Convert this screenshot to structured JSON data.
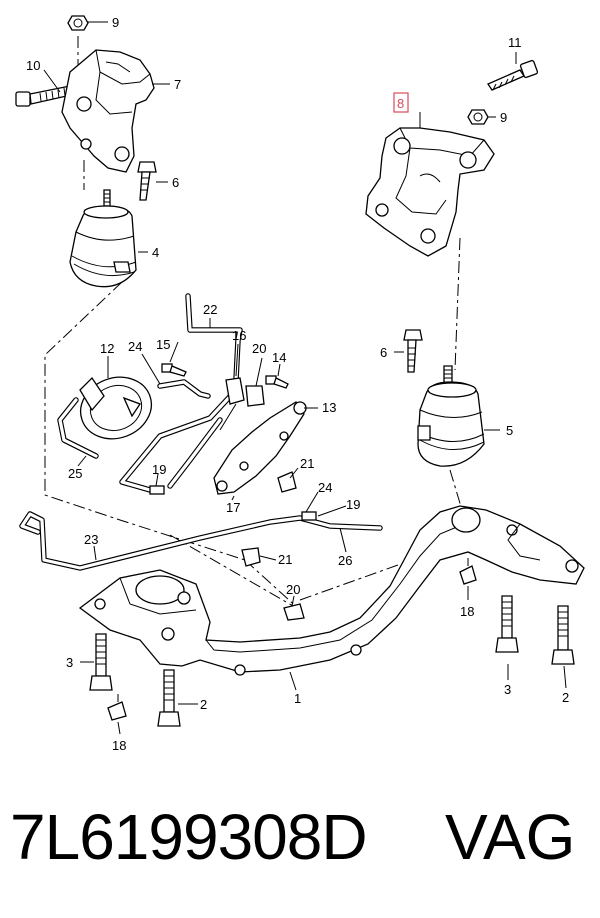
{
  "callouts": {
    "c1": "1",
    "c2a": "2",
    "c2b": "2",
    "c3a": "3",
    "c3b": "3",
    "c4": "4",
    "c5": "5",
    "c6a": "6",
    "c6b": "6",
    "c7": "7",
    "c8": "8",
    "c9a": "9",
    "c9b": "9",
    "c10": "10",
    "c11": "11",
    "c12": "12",
    "c13": "13",
    "c14": "14",
    "c15": "15",
    "c16": "16",
    "c17": "17",
    "c18a": "18",
    "c18b": "18",
    "c19a": "19",
    "c19b": "19",
    "c20a": "20",
    "c20b": "20",
    "c21a": "21",
    "c21b": "21",
    "c22": "22",
    "c23": "23",
    "c24a": "24",
    "c24b": "24",
    "c25": "25",
    "c26": "26"
  },
  "highlight_color": "#d84b5a",
  "footer": {
    "part_number": "7L6199308D",
    "brand": "VAG"
  }
}
